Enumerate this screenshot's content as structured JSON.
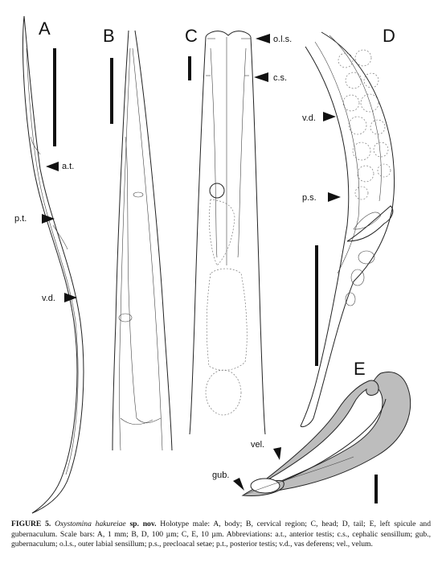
{
  "figure": {
    "panels": [
      {
        "letter": "A",
        "labels": [
          "a.t.",
          "p.t.",
          "v.d."
        ]
      },
      {
        "letter": "B",
        "labels": []
      },
      {
        "letter": "C",
        "labels": [
          "o.l.s.",
          "c.s."
        ]
      },
      {
        "letter": "D",
        "labels": [
          "v.d.",
          "p.s."
        ]
      },
      {
        "letter": "E",
        "labels": [
          "vel.",
          "gub."
        ]
      }
    ]
  },
  "caption": {
    "label": "FIGURE 5.",
    "species": "Oxystomina hakureiae",
    "spnov": "sp. nov.",
    "text": "Holotype male: A, body; B, cervical region; C, head; D, tail; E, left spicule and gubernaculum. Scale bars: A, 1 mm; B, D, 100 µm; C, E, 10 µm. Abbreviations: a.t., anterior testis; c.s., cephalic sensillum; gub., gubernaculum; o.l.s., outer labial sensillum; p.s., precloacal setae; p.t., posterior testis; v.d., vas deferens; vel., velum."
  },
  "colors": {
    "ink": "#111111",
    "spicule_fill": "#bdbdbd",
    "background": "#ffffff"
  }
}
